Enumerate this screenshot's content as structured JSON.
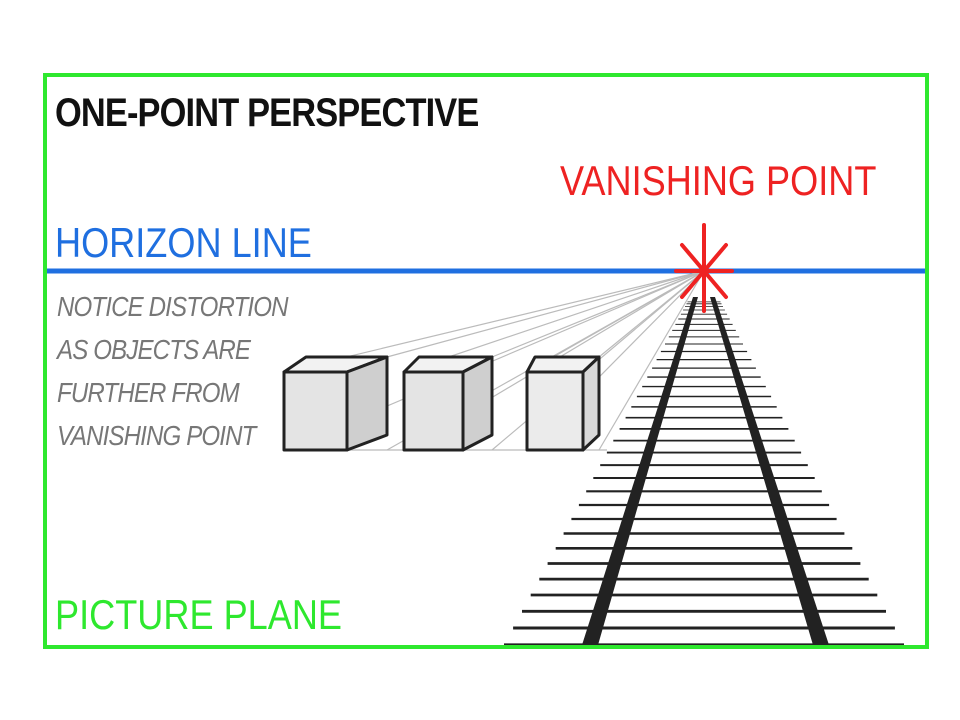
{
  "title": "ONE-POINT PERSPECTIVE",
  "vanishing_point_label": "VANISHING POINT",
  "horizon_label": "HORIZON LINE",
  "picture_plane_label": "PICTURE PLANE",
  "notice_lines": [
    "NOTICE DISTORTION",
    "AS OBJECTS ARE",
    "FURTHER FROM",
    "VANISHING POINT"
  ],
  "colors": {
    "frame": "#2ee82e",
    "horizon": "#1f6fe0",
    "vanishing_point": "#ee2222",
    "title": "#111111",
    "notice": "#777777",
    "picture_plane": "#2ee82e"
  }
}
